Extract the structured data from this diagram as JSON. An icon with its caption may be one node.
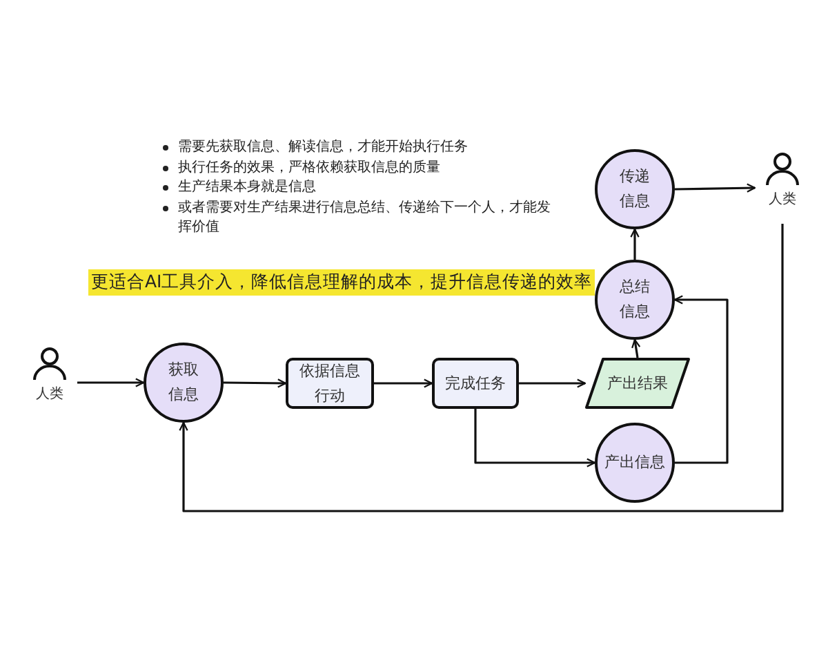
{
  "diagram": {
    "nodes": [
      {
        "text": [
          "人类"
        ]
      },
      {
        "text": [
          "获取信息"
        ]
      },
      {
        "text": [
          "依据信息行动"
        ]
      },
      {
        "text": [
          "完成任务"
        ]
      },
      {
        "text": [
          "产出结果"
        ]
      },
      {
        "text": [
          "总结信息"
        ]
      },
      {
        "text": [
          "传递信息"
        ]
      },
      {
        "text": [
          "产出信息"
        ]
      },
      {
        "text": [
          "人类"
        ]
      }
    ],
    "edges": [
      {
        "from": 0,
        "to": 1,
        "arrow": "to"
      },
      {
        "from": 1,
        "to": 2,
        "arrow": "to"
      },
      {
        "from": 2,
        "to": 3,
        "arrow": "to"
      },
      {
        "from": 3,
        "to": 4,
        "arrow": "to"
      },
      {
        "from": 3,
        "to": 7,
        "arrow": "to"
      },
      {
        "from": 4,
        "to": 5,
        "arrow": "to"
      },
      {
        "from": 5,
        "to": 6,
        "arrow": "to"
      },
      {
        "from": 7,
        "to": 5,
        "arrow": "to"
      },
      {
        "from": 6,
        "to": 8,
        "arrow": "to"
      },
      {
        "from": 8,
        "to": 1,
        "arrow": "to"
      }
    ],
    "labels": [
      "需要先获取信息、解读信息，才能开始执行任务",
      "执行任务的效果，严格依赖获取信息的质量",
      "生产结果本身就是信息",
      "或者需要对生产结果进行信息总结、传递给下一个人，才能发挥价值",
      "更适合AI工具介入，降低信息理解的成本，提升信息传递的效率"
    ]
  }
}
